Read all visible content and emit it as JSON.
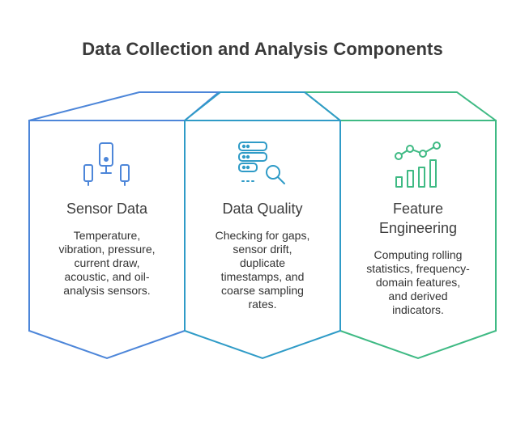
{
  "title": "Data Collection and Analysis Components",
  "colors": {
    "sensor": "#4d86d9",
    "quality": "#2f9bc7",
    "feature": "#3fba84",
    "title": "#3a3a3a"
  },
  "panels": [
    {
      "heading": "Sensor Data",
      "description": "Temperature,\nvibration, pressure,\ncurrent draw,\nacoustic, and oil-\nanalysis sensors.",
      "icon": "sensors-icon"
    },
    {
      "heading": "Data Quality",
      "description": "Checking for gaps,\nsensor drift,\nduplicate\ntimestamps, and\ncoarse sampling\nrates.",
      "icon": "database-search-icon"
    },
    {
      "heading": "Feature\nEngineering",
      "description": "Computing rolling\nstatistics, frequency-\ndomain features,\nand derived\nindicators.",
      "icon": "chart-trend-icon"
    }
  ]
}
